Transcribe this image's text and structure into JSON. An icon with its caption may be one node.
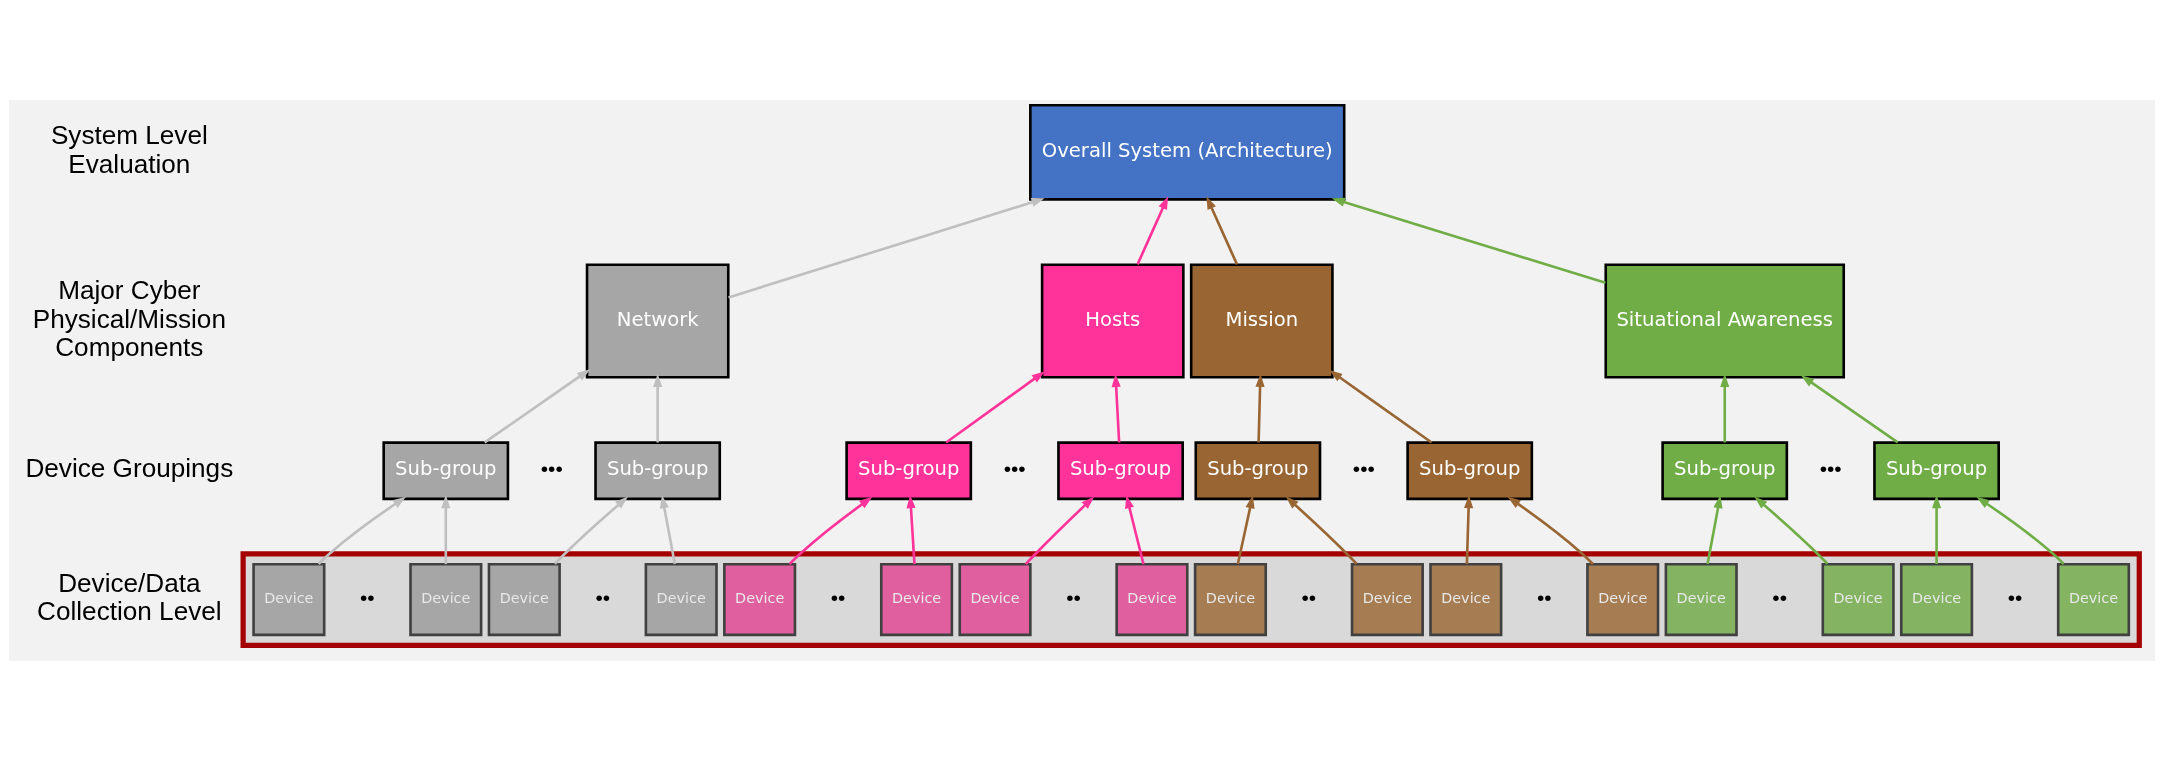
{
  "diagram": {
    "nodes": [
      {
        "text": [
          "Overall System (Architecture)"
        ]
      },
      {
        "text": [
          "Network"
        ]
      },
      {
        "text": [
          "Hosts"
        ]
      },
      {
        "text": [
          "Mission"
        ]
      },
      {
        "text": [
          "Situational Awareness"
        ]
      },
      {
        "text": [
          "Sub-group"
        ]
      },
      {
        "text": [
          "Sub-group"
        ]
      },
      {
        "text": [
          "Sub-group"
        ]
      },
      {
        "text": [
          "Sub-group"
        ]
      },
      {
        "text": [
          "Sub-group"
        ]
      },
      {
        "text": [
          "Sub-group"
        ]
      },
      {
        "text": [
          "Sub-group"
        ]
      },
      {
        "text": [
          "Sub-group"
        ]
      },
      {
        "text": [],
        "shape": "box"
      },
      {
        "text": [
          "Device"
        ],
        "in": 13
      },
      {
        "text": [
          "Device"
        ],
        "in": 13
      },
      {
        "text": [
          "Device"
        ],
        "in": 13
      },
      {
        "text": [
          "Device"
        ],
        "in": 13
      },
      {
        "text": [
          "Device"
        ],
        "in": 13
      },
      {
        "text": [
          "Device"
        ],
        "in": 13
      },
      {
        "text": [
          "Device"
        ],
        "in": 13
      },
      {
        "text": [
          "Device"
        ],
        "in": 13
      },
      {
        "text": [
          "Device"
        ],
        "in": 13
      },
      {
        "text": [
          "Device"
        ],
        "in": 13
      },
      {
        "text": [
          "Device"
        ],
        "in": 13
      },
      {
        "text": [
          "Device"
        ],
        "in": 13
      },
      {
        "text": [
          "Device"
        ],
        "in": 13
      },
      {
        "text": [
          "Device"
        ],
        "in": 13
      },
      {
        "text": [
          "Device"
        ],
        "in": 13
      },
      {
        "text": [
          "Device"
        ],
        "in": 13
      }
    ],
    "edges": [
      {
        "from": 1,
        "to": 0,
        "arrow": "to",
        "color": "#bfbfbf"
      },
      {
        "from": 2,
        "to": 0,
        "arrow": "to",
        "color": "#ff3399"
      },
      {
        "from": 3,
        "to": 0,
        "arrow": "to",
        "color": "#996633"
      },
      {
        "from": 4,
        "to": 0,
        "arrow": "to",
        "color": "#70ad47"
      },
      {
        "from": 5,
        "to": 1,
        "arrow": "to",
        "color": "#bfbfbf"
      },
      {
        "from": 6,
        "to": 1,
        "arrow": "to",
        "color": "#bfbfbf"
      },
      {
        "from": 7,
        "to": 2,
        "arrow": "to",
        "color": "#ff3399"
      },
      {
        "from": 8,
        "to": 2,
        "arrow": "to",
        "color": "#ff3399"
      },
      {
        "from": 9,
        "to": 3,
        "arrow": "to",
        "color": "#996633"
      },
      {
        "from": 10,
        "to": 3,
        "arrow": "to",
        "color": "#996633"
      },
      {
        "from": 11,
        "to": 4,
        "arrow": "to",
        "color": "#70ad47"
      },
      {
        "from": 12,
        "to": 4,
        "arrow": "to",
        "color": "#70ad47"
      },
      {
        "from": 14,
        "to": 5,
        "arrow": "to",
        "color": "#bfbfbf"
      },
      {
        "from": 15,
        "to": 5,
        "arrow": "to",
        "color": "#bfbfbf"
      },
      {
        "from": 16,
        "to": 6,
        "arrow": "to",
        "color": "#bfbfbf"
      },
      {
        "from": 17,
        "to": 6,
        "arrow": "to",
        "color": "#bfbfbf"
      },
      {
        "from": 18,
        "to": 7,
        "arrow": "to",
        "color": "#ff3399"
      },
      {
        "from": 19,
        "to": 7,
        "arrow": "to",
        "color": "#ff3399"
      },
      {
        "from": 20,
        "to": 8,
        "arrow": "to",
        "color": "#ff3399"
      },
      {
        "from": 21,
        "to": 8,
        "arrow": "to",
        "color": "#ff3399"
      },
      {
        "from": 22,
        "to": 9,
        "arrow": "to",
        "color": "#996633"
      },
      {
        "from": 23,
        "to": 9,
        "arrow": "to",
        "color": "#996633"
      },
      {
        "from": 24,
        "to": 10,
        "arrow": "to",
        "color": "#996633"
      },
      {
        "from": 25,
        "to": 10,
        "arrow": "to",
        "color": "#996633"
      },
      {
        "from": 26,
        "to": 11,
        "arrow": "to",
        "color": "#70ad47"
      },
      {
        "from": 27,
        "to": 11,
        "arrow": "to",
        "color": "#70ad47"
      },
      {
        "from": 28,
        "to": 12,
        "arrow": "to",
        "color": "#70ad47"
      },
      {
        "from": 29,
        "to": 12,
        "arrow": "to",
        "color": "#70ad47"
      }
    ],
    "labels": [
      "System Level Evaluation",
      "Major Cyber Physical/Mission Components",
      "Device Groupings",
      "•••",
      "•••",
      "•••",
      "•••",
      "Device/Data Collection Level",
      "••",
      "••",
      "••",
      "••",
      "••",
      "••",
      "••",
      "••"
    ]
  }
}
